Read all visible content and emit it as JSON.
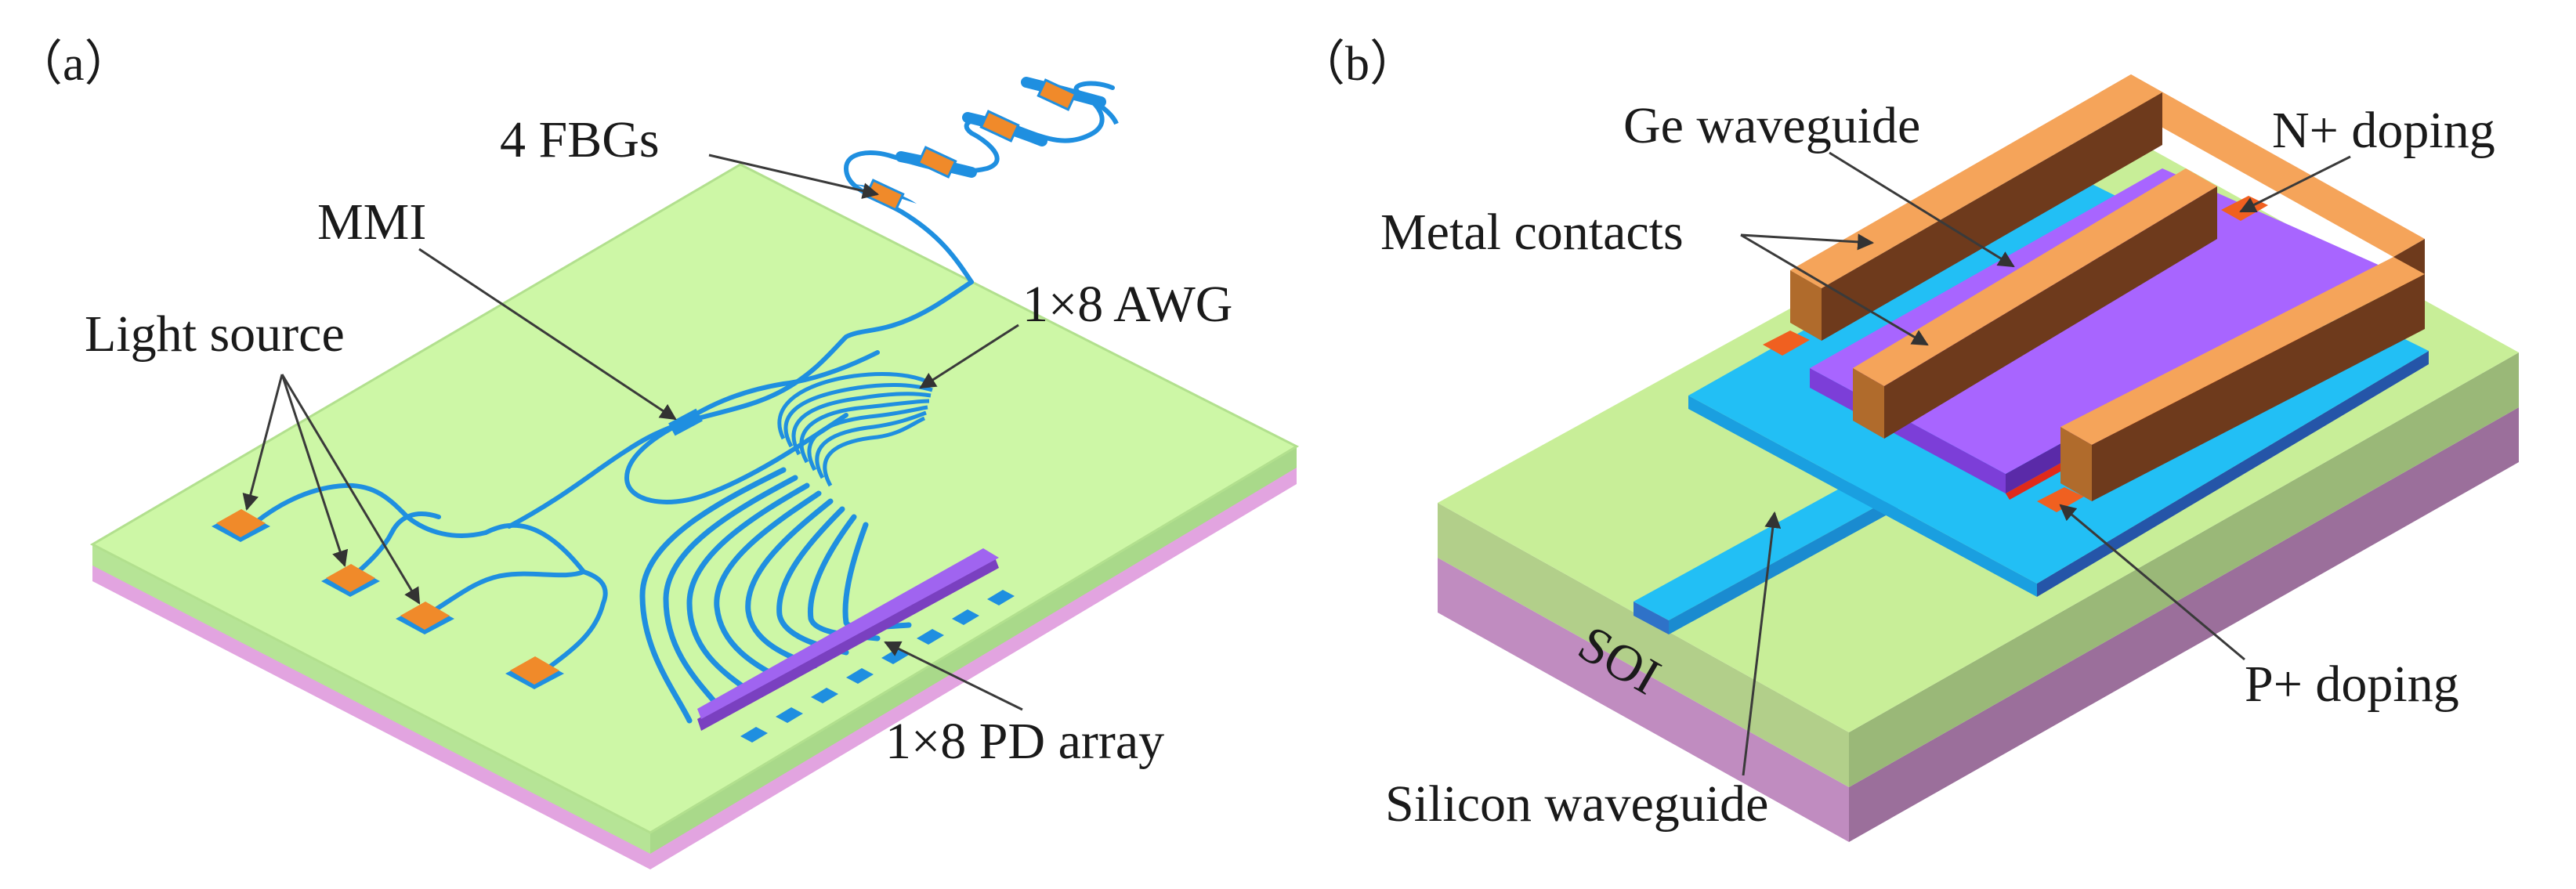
{
  "panels": {
    "a": {
      "tag": "（a）",
      "labels": {
        "fbg": "4 FBGs",
        "mmi": "MMI",
        "awg": "1×8 AWG",
        "light": "Light source",
        "pd": "1×8 PD array"
      }
    },
    "b": {
      "tag": "（b）",
      "labels": {
        "ge": "Ge waveguide",
        "nplus": "N+ doping",
        "metal": "Metal contacts",
        "soi": "SOI",
        "pplus": "P+ doping",
        "si": "Silicon waveguide"
      }
    }
  },
  "colors": {
    "substrate_top": "#cdf7a6",
    "substrate_side": "#b6e496",
    "substrate_bottom": "#e2a4e0",
    "waveguide": "#1f8fe0",
    "source_pad": "#f08a2a",
    "pd_bar": "#a064f0",
    "metal_top": "#f5a45a",
    "metal_side": "#6e3a1c",
    "si_slab": "#22bff5",
    "ge": "#a865ff",
    "soi_top": "#c8ee98",
    "soi_side": "#a6c27e",
    "soi_bottom": "#c08cc0"
  }
}
